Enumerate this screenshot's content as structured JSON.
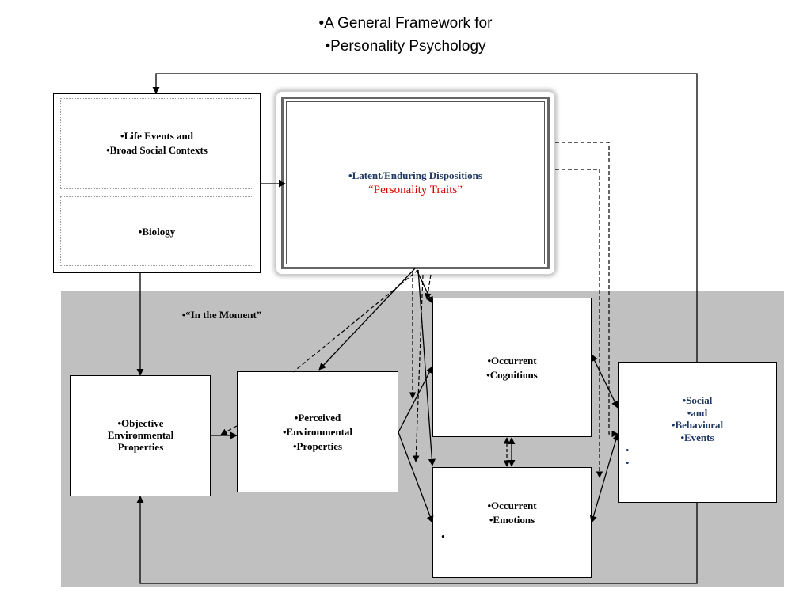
{
  "title": {
    "line1": "•A General Framework for",
    "line2": "•Personality Psychology"
  },
  "nodes": {
    "life_events": {
      "line1": "•Life Events and",
      "line2": "•Broad Social Contexts"
    },
    "biology": {
      "line1": "•Biology"
    },
    "latent": {
      "line1": "•Latent/Enduring Dispositions",
      "line2": "“Personality Traits”"
    },
    "in_the_moment": {
      "label": "•“In the Moment”"
    },
    "objective": {
      "line1": "•Objective",
      "line2": "Environmental",
      "line3": "Properties"
    },
    "perceived": {
      "line1": "•Perceived",
      "line2": "•Environmental",
      "line3": "•Properties"
    },
    "cognitions": {
      "line1": "•Occurrent",
      "line2": "•Cognitions"
    },
    "emotions": {
      "line1": "•Occurrent",
      "line2": "•Emotions",
      "bullet": "•"
    },
    "social": {
      "line1": "•Social",
      "line2": "•and",
      "line3": "•Behavioral",
      "line4": "•Events",
      "bullet1": "•",
      "bullet2": "•"
    }
  },
  "colors": {
    "moment_region": "#c0c0c0",
    "navy_text": "#1f3864",
    "red_text": "#e00000"
  }
}
